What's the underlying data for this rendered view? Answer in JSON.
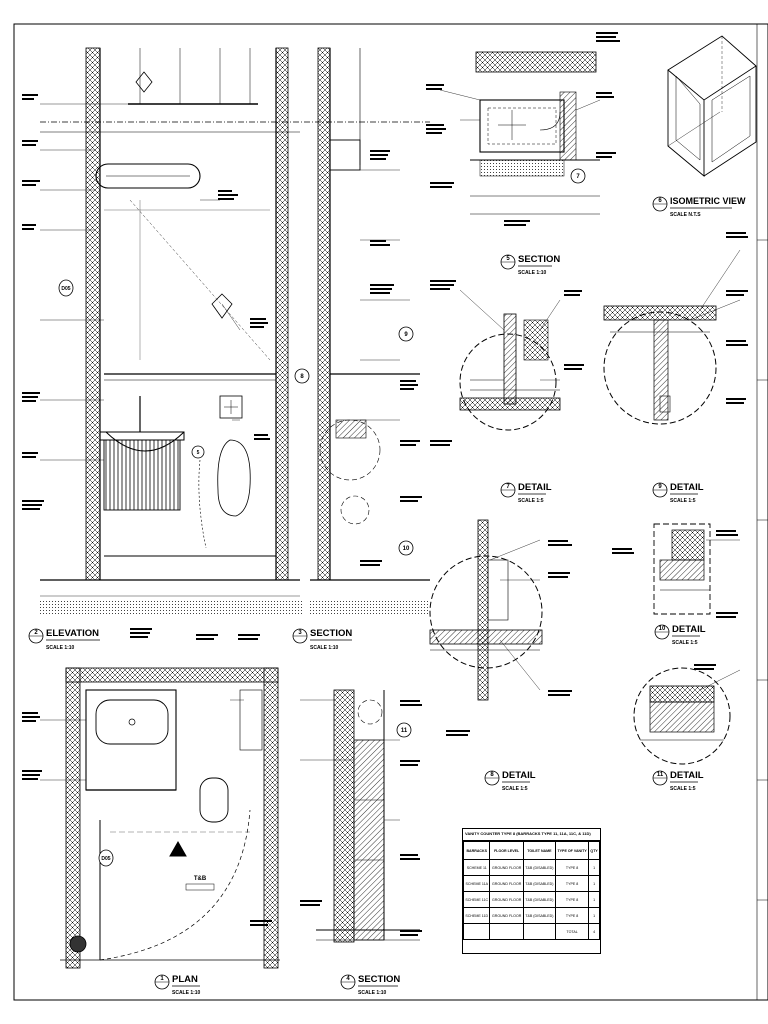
{
  "views": [
    {
      "num": "2",
      "title": "ELEVATION",
      "scale": "SCALE 1:10"
    },
    {
      "num": "3",
      "title": "SECTION",
      "scale": "SCALE 1:10"
    },
    {
      "num": "1",
      "title": "PLAN",
      "scale": "SCALE 1:10"
    },
    {
      "num": "4",
      "title": "SECTION",
      "scale": "SCALE 1:10"
    },
    {
      "num": "5",
      "title": "SECTION",
      "scale": "SCALE 1:10"
    },
    {
      "num": "6",
      "title": "ISOMETRIC VIEW",
      "scale": "SCALE N.T.S"
    },
    {
      "num": "7",
      "title": "DETAIL",
      "scale": "SCALE 1:5"
    },
    {
      "num": "8",
      "title": "DETAIL",
      "scale": "SCALE 1:5"
    },
    {
      "num": "9",
      "title": "DETAIL",
      "scale": "SCALE 1:5"
    },
    {
      "num": "10",
      "title": "DETAIL",
      "scale": "SCALE 1:5"
    },
    {
      "num": "11",
      "title": "DETAIL",
      "scale": "SCALE 1:5"
    }
  ],
  "tags": {
    "door": "D05",
    "room": "T&B",
    "marker_8": "8",
    "marker_9": "9",
    "marker_10": "10",
    "marker_11": "11",
    "marker_7": "7",
    "marker_5": "5"
  },
  "schedule": {
    "heading": "VANITY COUNTER TYPE 8 (BARRACKS TYPE 11, 11A, 11C, & 11D)",
    "columns": [
      "BARRACKS",
      "FLOOR LEVEL",
      "TOILET NAME",
      "TYPE OF VANITY",
      "QTY"
    ],
    "rows": [
      [
        "SCHEME 11",
        "GROUND FLOOR",
        "T&B (DISABLED)",
        "TYPE 8",
        "1"
      ],
      [
        "SCHEME 11A",
        "GROUND FLOOR",
        "T&B (DISABLED)",
        "TYPE 8",
        "1"
      ],
      [
        "SCHEME 11C",
        "GROUND FLOOR",
        "T&B (DISABLED)",
        "TYPE 8",
        "1"
      ],
      [
        "SCHEME 11D",
        "GROUND FLOOR",
        "T&B (DISABLED)",
        "TYPE 8",
        "1"
      ]
    ],
    "total_label": "TOTAL",
    "total_value": "4"
  }
}
